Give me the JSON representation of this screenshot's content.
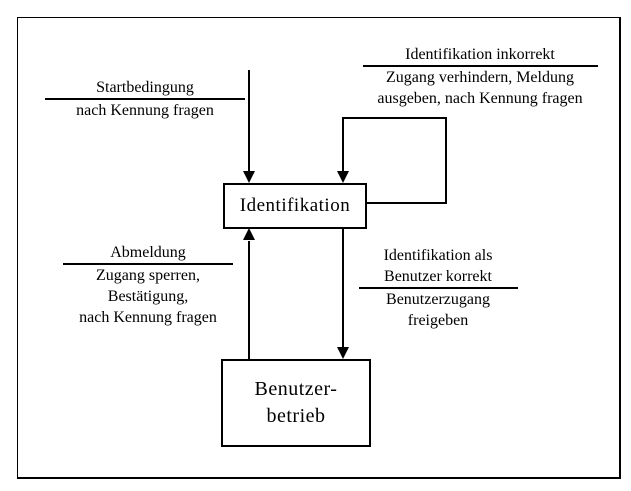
{
  "diagram": {
    "type": "state-transition-diagram",
    "background_color": "#ffffff",
    "line_color": "#000000",
    "states": [
      {
        "id": "identifikation",
        "lines": [
          "Identifikation"
        ]
      },
      {
        "id": "benutzerbetrieb",
        "lines": [
          "Benutzer-",
          "betrieb"
        ]
      }
    ],
    "transitions": [
      {
        "id": "start",
        "from": "start-condition",
        "to": "identifikation",
        "event": [
          "Startbedingung"
        ],
        "actions": [
          "nach Kennung fragen"
        ]
      },
      {
        "id": "inkorrekt",
        "from": "identifikation",
        "to": "identifikation",
        "event": [
          "Identifikation inkorrekt"
        ],
        "actions": [
          "Zugang verhindern, Meldung",
          "ausgeben, nach Kennung fragen"
        ]
      },
      {
        "id": "abmeldung",
        "from": "benutzerbetrieb",
        "to": "identifikation",
        "event": [
          "Abmeldung"
        ],
        "actions": [
          "Zugang sperren,",
          "Bestätigung,",
          "nach Kennung fragen"
        ]
      },
      {
        "id": "korrekt",
        "from": "identifikation",
        "to": "benutzerbetrieb",
        "event": [
          "Identifikation als",
          "Benutzer korrekt"
        ],
        "actions": [
          "Benutzerzugang",
          "freigeben"
        ]
      }
    ]
  }
}
